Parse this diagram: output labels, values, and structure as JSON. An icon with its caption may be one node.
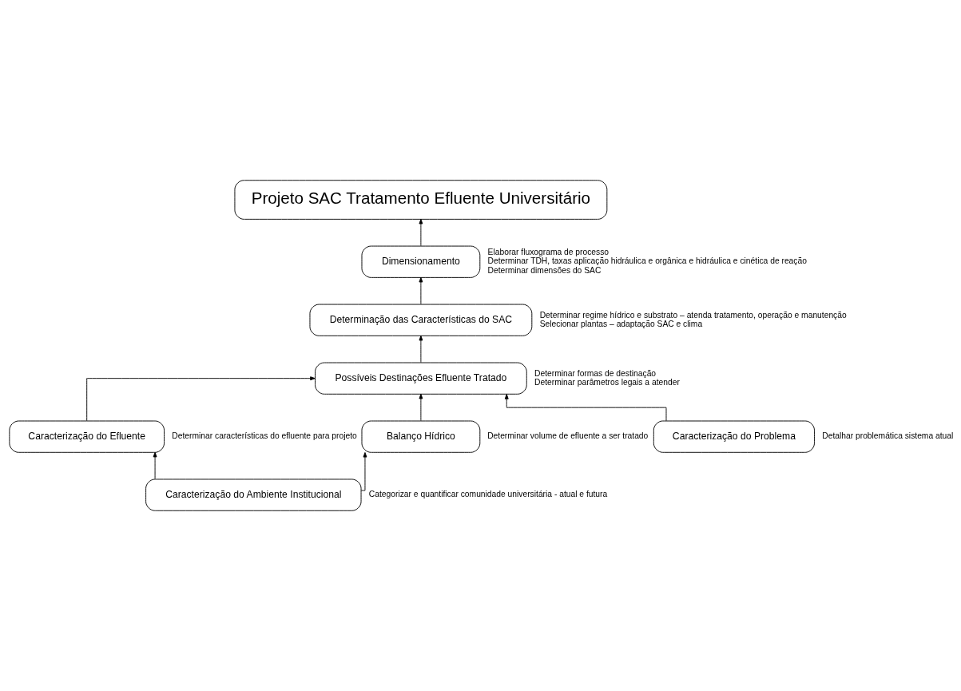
{
  "diagram": {
    "nodes": [
      {
        "text": [
          "Projeto SAC Tratamento Efluente Universitário"
        ]
      },
      {
        "text": [
          "Dimensionamento"
        ],
        "beside": [
          "Elaborar fluxograma de processo",
          "Determinar TDH, taxas aplicação hidráulica e orgânica e hidráulica e cinética de reação",
          "Determinar dimensões do SAC"
        ]
      },
      {
        "text": [
          "Determinação das Características do SAC"
        ],
        "beside": [
          "Determinar regime hídrico e substrato – atenda tratamento, operação e manutenção",
          "Selecionar plantas – adaptação SAC e clima"
        ]
      },
      {
        "text": [
          "Possíveis Destinações Efluente Tratado"
        ],
        "beside": [
          "Determinar formas de destinação",
          "Determinar parâmetros legais a atender"
        ]
      },
      {
        "text": [
          "Caracterização do Efluente"
        ],
        "beside": [
          "Determinar características do efluente para projeto"
        ]
      },
      {
        "text": [
          "Balanço Hídrico"
        ],
        "beside": [
          "Determinar volume de efluente a ser tratado"
        ]
      },
      {
        "text": [
          "Caracterização do Problema"
        ],
        "beside": [
          "Detalhar problemática sistema atual"
        ]
      },
      {
        "text": [
          "Caracterização do Ambiente Institucional"
        ],
        "beside": [
          "Categorizar e quantificar comunidade universitária - atual e futura"
        ]
      }
    ],
    "edges": [
      {
        "from": 1,
        "to": 0,
        "arrow": "to"
      },
      {
        "from": 2,
        "to": 1,
        "arrow": "to"
      },
      {
        "from": 3,
        "to": 2,
        "arrow": "to"
      },
      {
        "from": 4,
        "to": 3,
        "arrow": "to"
      },
      {
        "from": 5,
        "to": 3,
        "arrow": "to"
      },
      {
        "from": 6,
        "to": 3,
        "arrow": "to"
      },
      {
        "from": 7,
        "to": 4,
        "arrow": "to"
      },
      {
        "from": 7,
        "to": 5,
        "arrow": "to"
      }
    ]
  }
}
